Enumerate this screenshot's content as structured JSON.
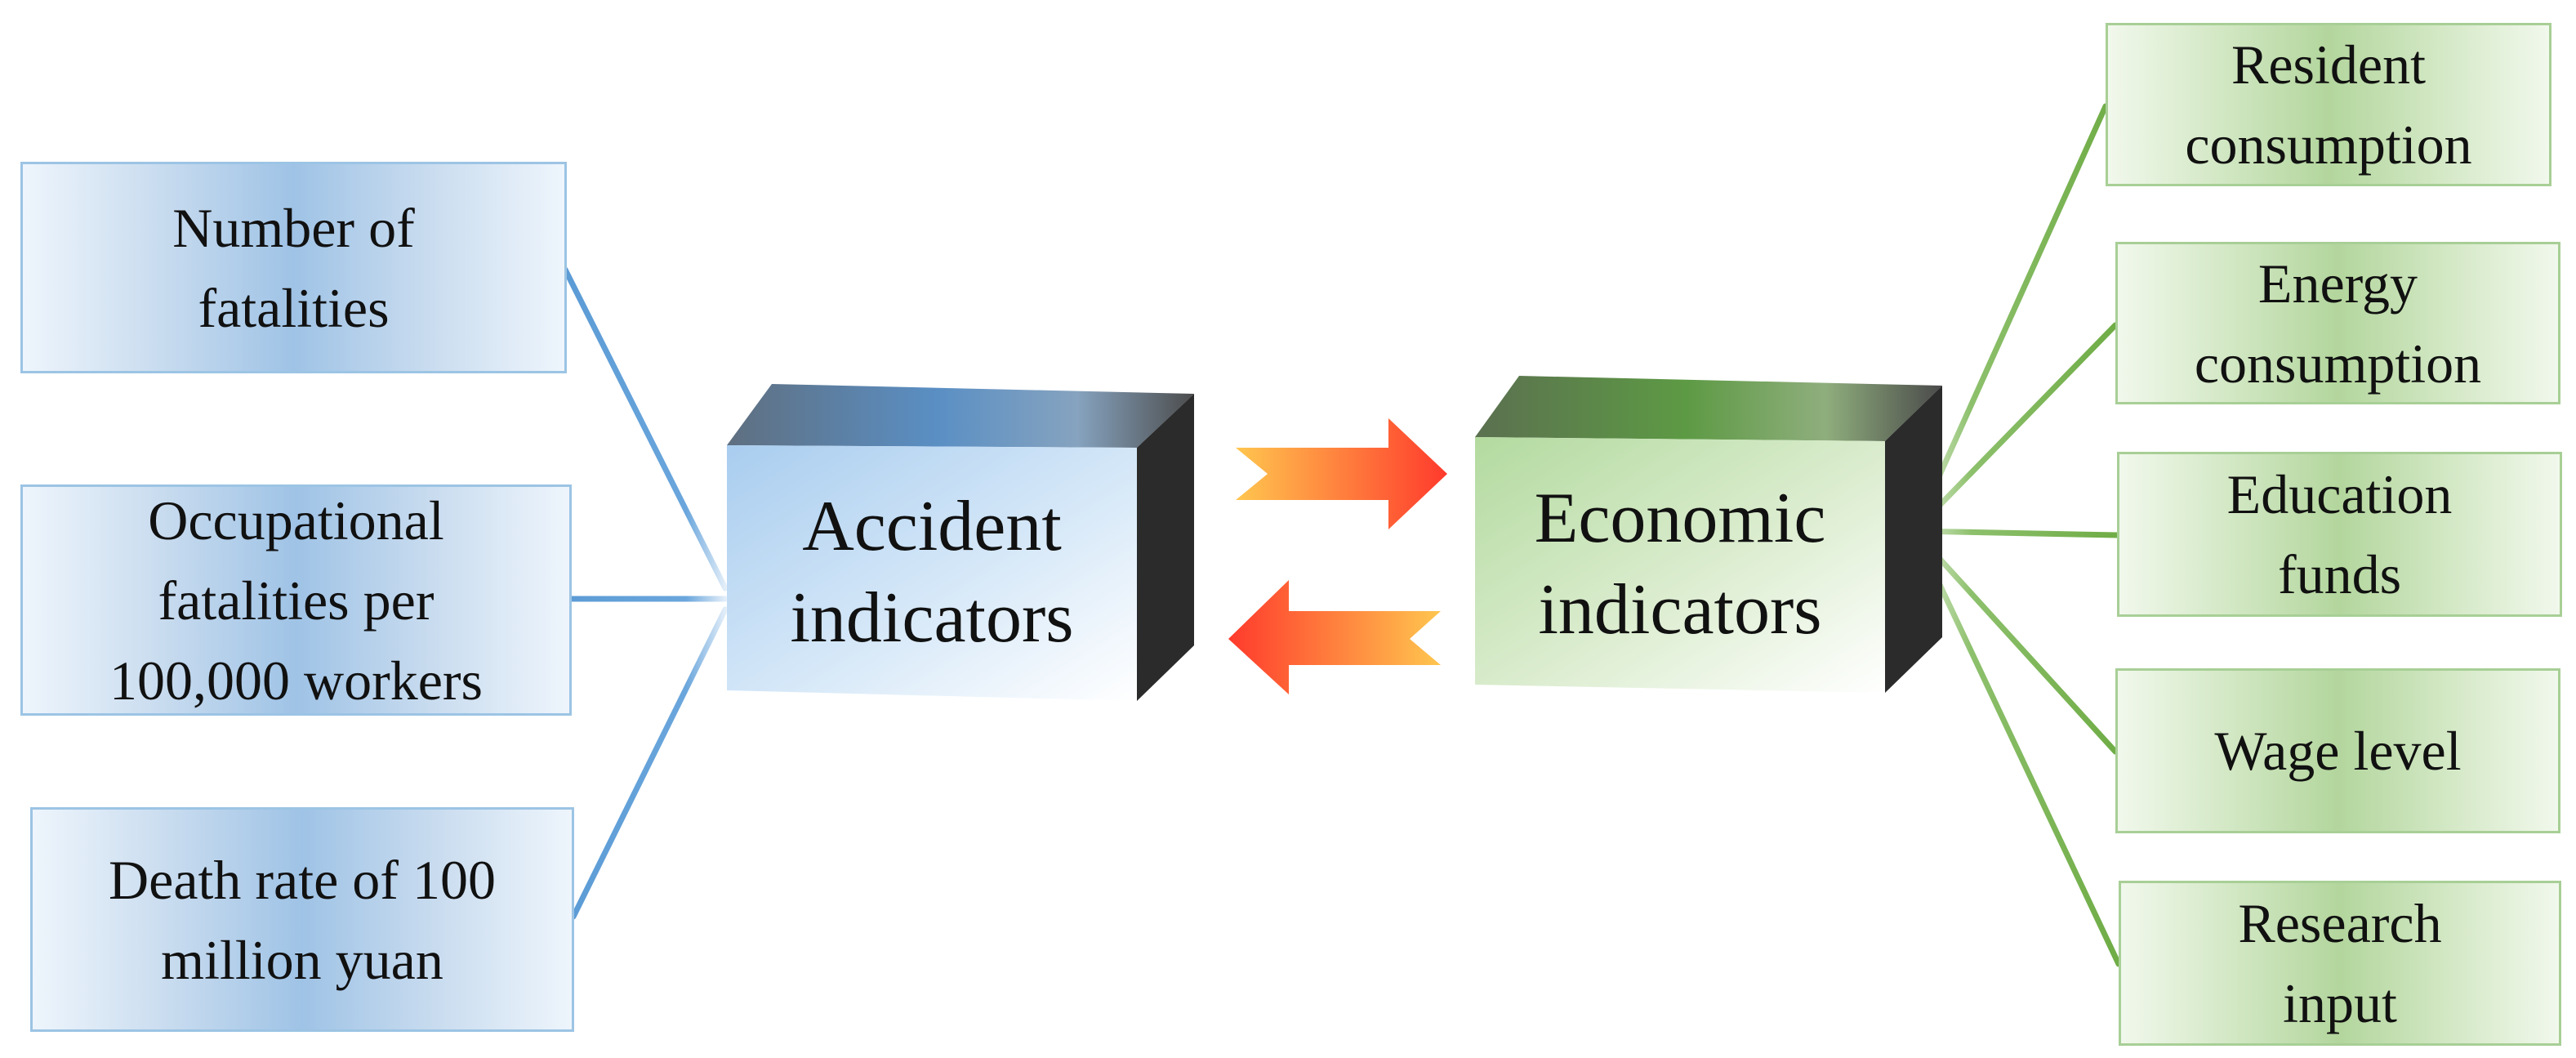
{
  "left_boxes": [
    {
      "lines": [
        "Number of",
        "fatalities"
      ]
    },
    {
      "lines": [
        "Occupational",
        "fatalities per",
        "100,000 workers"
      ]
    },
    {
      "lines": [
        "Death rate of 100",
        "million yuan"
      ]
    }
  ],
  "center": {
    "accident": {
      "lines": [
        "Accident",
        "indicators"
      ]
    },
    "economic": {
      "lines": [
        "Economic",
        "indicators"
      ]
    }
  },
  "right_boxes": [
    {
      "lines": [
        "Resident",
        "consumption"
      ]
    },
    {
      "lines": [
        "Energy",
        "consumption"
      ]
    },
    {
      "lines": [
        "Education",
        "funds"
      ]
    },
    {
      "lines": [
        "Wage level"
      ]
    },
    {
      "lines": [
        "Research",
        "input"
      ]
    }
  ],
  "colors": {
    "blue_accent": "#5b9bd5",
    "green_accent": "#70ad47",
    "arrow_start": "#ffc04d",
    "arrow_end": "#ff3c2e",
    "cube_side": "#2b2b2b"
  }
}
